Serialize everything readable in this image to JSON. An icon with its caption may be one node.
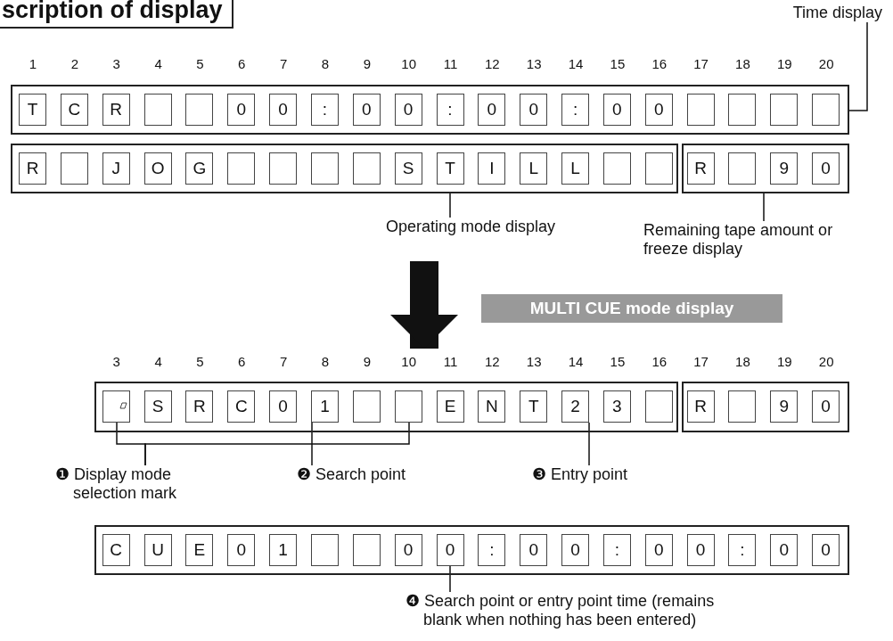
{
  "diagram": {
    "title": "scription of display",
    "nodes": [
      {
        "text": [
          "Time display"
        ]
      },
      {
        "text": [],
        "shape": "box"
      },
      {
        "text": [
          "T"
        ],
        "in": 1
      },
      {
        "text": [
          "C"
        ],
        "in": 1
      },
      {
        "text": [
          "R"
        ],
        "in": 1
      },
      {
        "text": [],
        "shape": "box",
        "in": 1
      },
      {
        "text": [],
        "shape": "box",
        "in": 1
      },
      {
        "text": [
          "0"
        ],
        "in": 1
      },
      {
        "text": [
          "0"
        ],
        "in": 1
      },
      {
        "text": [
          ":"
        ],
        "in": 1
      },
      {
        "text": [
          "0"
        ],
        "in": 1
      },
      {
        "text": [
          "0"
        ],
        "in": 1
      },
      {
        "text": [
          ":"
        ],
        "in": 1
      },
      {
        "text": [
          "0"
        ],
        "in": 1
      },
      {
        "text": [
          "0"
        ],
        "in": 1
      },
      {
        "text": [
          ":"
        ],
        "in": 1
      },
      {
        "text": [
          "0"
        ],
        "in": 1
      },
      {
        "text": [
          "0"
        ],
        "in": 1
      },
      {
        "text": [],
        "shape": "box",
        "in": 1
      },
      {
        "text": [],
        "shape": "box",
        "in": 1
      },
      {
        "text": [],
        "shape": "box",
        "in": 1
      },
      {
        "text": [],
        "shape": "box",
        "in": 1
      },
      {
        "text": [],
        "shape": "box"
      },
      {
        "text": [
          "R"
        ],
        "in": 22
      },
      {
        "text": [],
        "shape": "box",
        "in": 22
      },
      {
        "text": [
          "J"
        ],
        "in": 22
      },
      {
        "text": [
          "O"
        ],
        "in": 22
      },
      {
        "text": [
          "G"
        ],
        "in": 22
      },
      {
        "text": [],
        "shape": "box",
        "in": 22
      },
      {
        "text": [],
        "shape": "box",
        "in": 22
      },
      {
        "text": [],
        "shape": "box",
        "in": 22
      },
      {
        "text": [],
        "shape": "box",
        "in": 22
      },
      {
        "text": [
          "S"
        ],
        "in": 22
      },
      {
        "text": [
          "T"
        ],
        "in": 22
      },
      {
        "text": [
          "I"
        ],
        "in": 22
      },
      {
        "text": [
          "L"
        ],
        "in": 22
      },
      {
        "text": [
          "L"
        ],
        "in": 22
      },
      {
        "text": [],
        "shape": "box",
        "in": 22
      },
      {
        "text": [],
        "shape": "box",
        "in": 22
      },
      {
        "text": [],
        "shape": "box"
      },
      {
        "text": [
          "R"
        ],
        "in": 39
      },
      {
        "text": [],
        "shape": "box",
        "in": 39
      },
      {
        "text": [
          "9"
        ],
        "in": 39
      },
      {
        "text": [
          "0"
        ],
        "in": 39
      },
      {
        "text": [
          "Operating mode display"
        ]
      },
      {
        "text": [
          "Remaining tape amount or freeze display"
        ]
      },
      {
        "text": [
          "MULTI CUE mode display"
        ]
      },
      {
        "text": [],
        "shape": "box"
      },
      {
        "text": [],
        "shape": "box",
        "in": 47
      },
      {
        "text": [
          "S"
        ],
        "in": 47
      },
      {
        "text": [
          "R"
        ],
        "in": 47
      },
      {
        "text": [
          "C"
        ],
        "in": 47
      },
      {
        "text": [
          "0"
        ],
        "in": 47
      },
      {
        "text": [
          "1"
        ],
        "in": 47
      },
      {
        "text": [],
        "shape": "box",
        "in": 47
      },
      {
        "text": [],
        "shape": "box",
        "in": 47
      },
      {
        "text": [
          "E"
        ],
        "in": 47
      },
      {
        "text": [
          "N"
        ],
        "in": 47
      },
      {
        "text": [
          "T"
        ],
        "in": 47
      },
      {
        "text": [
          "2"
        ],
        "in": 47
      },
      {
        "text": [
          "3"
        ],
        "in": 47
      },
      {
        "text": [],
        "shape": "box",
        "in": 47
      },
      {
        "text": [],
        "shape": "box"
      },
      {
        "text": [
          "R"
        ],
        "in": 62
      },
      {
        "text": [],
        "shape": "box",
        "in": 62
      },
      {
        "text": [
          "9"
        ],
        "in": 62
      },
      {
        "text": [
          "0"
        ],
        "in": 62
      },
      {
        "text": [
          "❶ Display mode selection mark"
        ]
      },
      {
        "text": [
          "❷ Search point"
        ]
      },
      {
        "text": [
          "❸ Entry point"
        ]
      },
      {
        "text": [],
        "shape": "box"
      },
      {
        "text": [
          "C"
        ],
        "in": 70
      },
      {
        "text": [
          "U"
        ],
        "in": 70
      },
      {
        "text": [
          "E"
        ],
        "in": 70
      },
      {
        "text": [
          "0"
        ],
        "in": 70
      },
      {
        "text": [
          "1"
        ],
        "in": 70
      },
      {
        "text": [],
        "shape": "box",
        "in": 70
      },
      {
        "text": [],
        "shape": "box",
        "in": 70
      },
      {
        "text": [
          "0"
        ],
        "in": 70
      },
      {
        "text": [
          "0"
        ],
        "in": 70
      },
      {
        "text": [
          ":"
        ],
        "in": 70
      },
      {
        "text": [
          "0"
        ],
        "in": 70
      },
      {
        "text": [
          "0"
        ],
        "in": 70
      },
      {
        "text": [
          ":"
        ],
        "in": 70
      },
      {
        "text": [
          "0"
        ],
        "in": 70
      },
      {
        "text": [
          "0"
        ],
        "in": 70
      },
      {
        "text": [
          ":"
        ],
        "in": 70
      },
      {
        "text": [
          "0"
        ],
        "in": 70
      },
      {
        "text": [
          "0"
        ],
        "in": 70
      },
      {
        "text": [
          "❹ Search point or entry point time (remains blank when nothing has been entered)"
        ]
      }
    ],
    "edges": [
      {
        "from": 0,
        "to": 1,
        "arrow": "none"
      },
      {
        "from": 44,
        "to": 22,
        "arrow": "none"
      },
      {
        "from": 45,
        "to": 39,
        "arrow": "none"
      },
      {
        "from": null,
        "to": 47,
        "arrow": "to",
        "style": "thick"
      },
      {
        "from": 67,
        "to": 48,
        "arrow": "none"
      },
      {
        "from": 67,
        "to": 55,
        "arrow": "none"
      },
      {
        "from": 68,
        "to": 53,
        "arrow": "none"
      },
      {
        "from": 69,
        "to": 59,
        "arrow": "none"
      },
      {
        "from": 89,
        "to": 79,
        "arrow": "none"
      }
    ],
    "labels": [
      "1",
      "2",
      "3",
      "4",
      "5",
      "6",
      "7",
      "8",
      "9",
      "10",
      "11",
      "12",
      "13",
      "14",
      "15",
      "16",
      "17",
      "18",
      "19",
      "20",
      "3",
      "4",
      "5",
      "6",
      "7",
      "8",
      "9",
      "10",
      "11",
      "12",
      "13",
      "14",
      "15",
      "16",
      "17",
      "18",
      "19",
      "20"
    ]
  }
}
